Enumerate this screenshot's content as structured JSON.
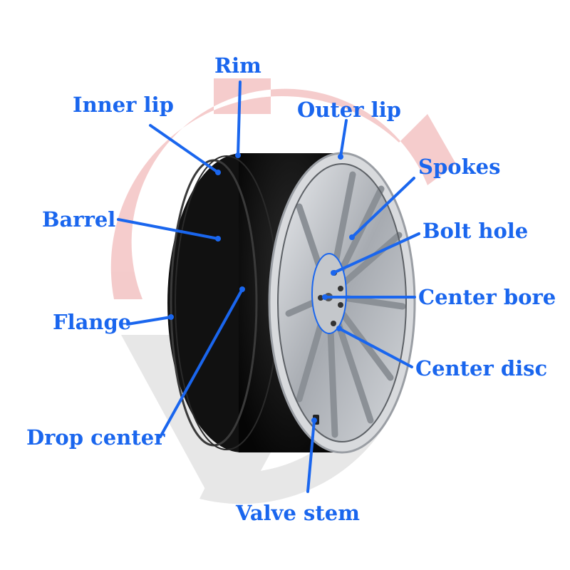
{
  "colors": {
    "label": "#1a66ee",
    "leader_line": "#1a66ee",
    "wheel_body": "#0d0d0d",
    "wheel_face": "#b8bcc2",
    "watermark_red": "#f3c3c3",
    "watermark_grey": "#e3e3e3"
  },
  "labels": {
    "rim": "Rim",
    "inner_lip": "Inner lip",
    "outer_lip": "Outer lip",
    "spokes": "Spokes",
    "barrel": "Barrel",
    "bolt_hole": "Bolt hole",
    "center_bore": "Center bore",
    "flange": "Flange",
    "center_disc": "Center disc",
    "drop_center": "Drop center",
    "valve_stem": "Valve stem"
  }
}
